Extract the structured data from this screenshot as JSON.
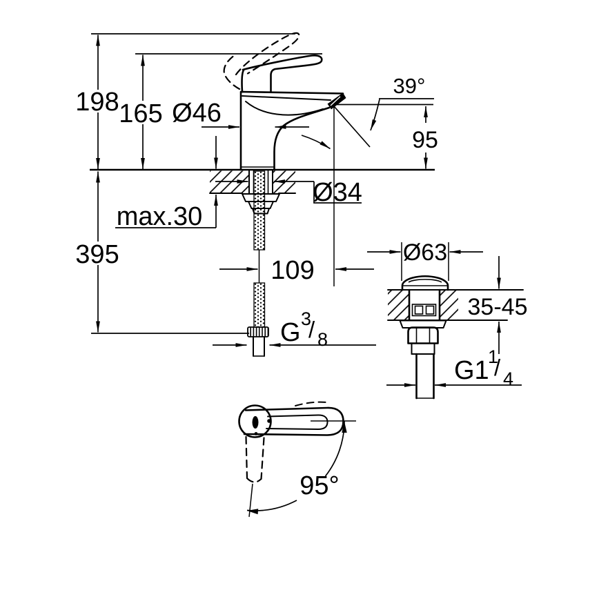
{
  "meta": {
    "background_color": "#ffffff",
    "line_color": "#000000",
    "drawing_kind": "faucet dimensional line drawing"
  },
  "side_view": {
    "height_total": "198",
    "height_handle": "165",
    "body_diameter": "Ø46",
    "spout_angle": "39°",
    "spout_outlet_height": "95",
    "deck_thickness": "max.30",
    "shank_diameter": "Ø34",
    "hose_length": "395",
    "spout_projection": "109",
    "supply_thread": {
      "prefix": "G",
      "numerator": "3",
      "slash": "/",
      "denominator": "8",
      "label": "G 3/8"
    }
  },
  "drain_detail": {
    "flange_diameter": "Ø63",
    "mounting_thickness": "35-45",
    "thread": {
      "prefix": "G1",
      "numerator": "1",
      "slash": "/",
      "denominator": "4",
      "label": "G1 1/4"
    }
  },
  "top_view": {
    "handle_swivel_angle": "95°"
  }
}
